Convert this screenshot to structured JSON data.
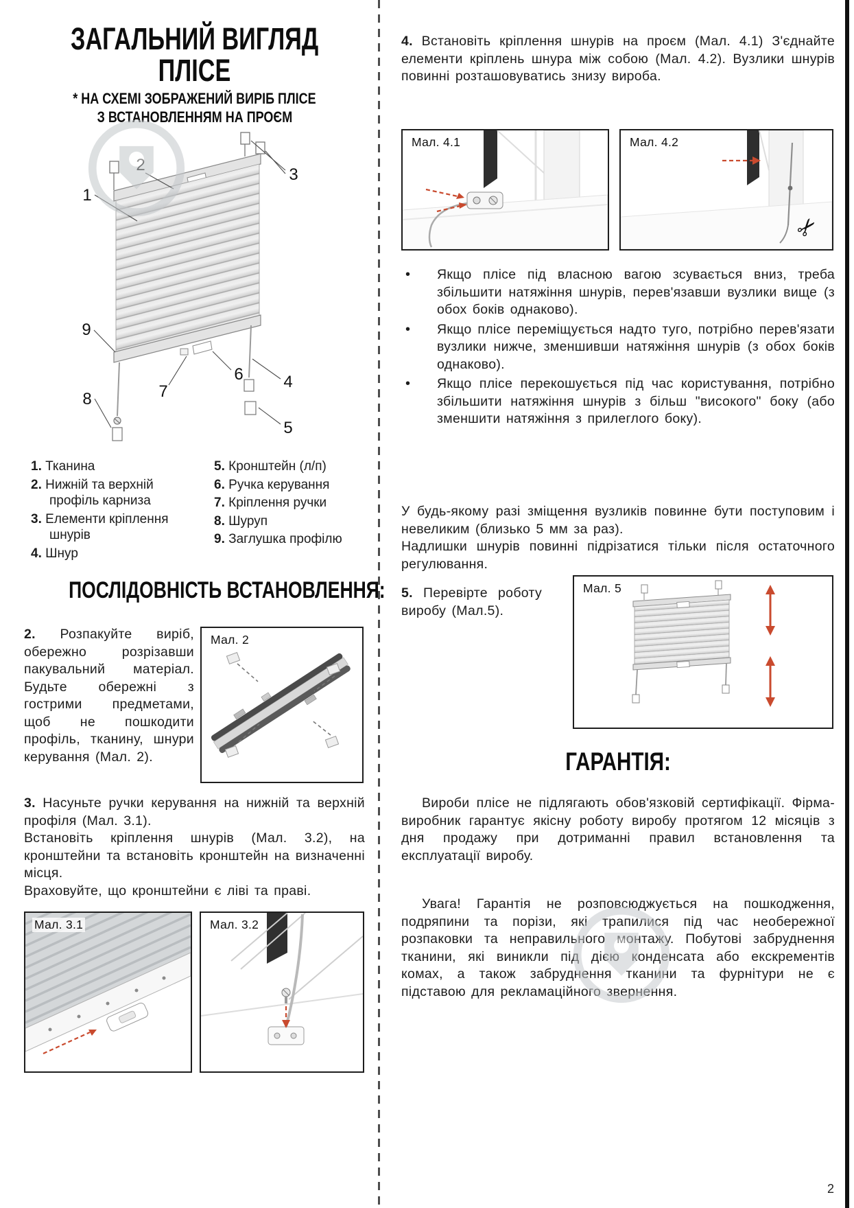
{
  "page": {
    "number": "2",
    "bullet_char": "•"
  },
  "icons": {
    "scissors": "✂"
  },
  "colors": {
    "arrow_red": "#c94a2e",
    "watermark_grey": "#c3c7ca"
  },
  "overview": {
    "title_line1": "ЗАГАЛЬНИЙ ВИГЛЯД",
    "title_line2": "ПЛІСЕ",
    "subtitle_line1": "* НА СХЕМІ ЗОБРАЖЕНИЙ ВИРІБ ПЛІСЕ",
    "subtitle_line2": "З ВСТАНОВЛЕННЯМ НА ПРОЄМ",
    "callouts": [
      "1",
      "2",
      "3",
      "4",
      "5",
      "6",
      "7",
      "8",
      "9"
    ],
    "legend_col1": [
      {
        "num": "1.",
        "text": "Тканина"
      },
      {
        "num": "2.",
        "text": "Нижній та верхній профіль карниза"
      },
      {
        "num": "3.",
        "text": "Елементи кріплення шнурів"
      },
      {
        "num": "4.",
        "text": "Шнур"
      }
    ],
    "legend_col2": [
      {
        "num": "5.",
        "text": "Кронштейн (л/п)"
      },
      {
        "num": "6.",
        "text": "Ручка керування"
      },
      {
        "num": "7.",
        "text": "Кріплення ручки"
      },
      {
        "num": "8.",
        "text": "Шуруп"
      },
      {
        "num": "9.",
        "text": "Заглушка профілю"
      }
    ]
  },
  "installation": {
    "heading": "ПОСЛІДОВНІСТЬ ВСТАНОВЛЕННЯ:",
    "step2_num": "2.",
    "step2_text": "Розпакуйте виріб, обережно розрізавши пакувальний матеріал. Будьте обережні з гострими предметами, щоб не пошкодити профіль, тканину, шнури керування (Мал. 2).",
    "fig2_label": "Мал. 2",
    "step3_num": "3.",
    "step3_text1": "Насуньте ручки керування на нижній та верхній профіля (Мал. 3.1).",
    "step3_text2": "Встановіть кріплення шнурів (Мал. 3.2), на кронштейни та встановіть кронштейн на визначенні місця.",
    "step3_text3": "Враховуйте, що кронштейни є ліві та праві.",
    "fig31_label": "Мал. 3.1",
    "fig32_label": "Мал. 3.2",
    "step4_num": "4.",
    "step4_text": "Встановіть кріплення шнурів на проєм (Мал. 4.1) З'єднайте елементи кріплень шнура між собою (Мал. 4.2). Вузлики шнурів повинні розташовуватись знизу вироба.",
    "fig41_label": "Мал. 4.1",
    "fig42_label": "Мал. 4.2",
    "bullets": [
      "Якщо плісе під власною вагою зсувається вниз, треба збільшити натяжіння шнурів, перев'язавши вузлики вище (з обох боків однаково).",
      "Якщо плісе переміщується надто туго, потрібно перев'язати вузлики нижче, зменшивши натяжіння шнурів (з обох боків однаково).",
      "Якщо плісе перекошується під час користування, потрібно збільшити натяжіння шнурів з більш \"високого\" боку (або зменшити натяжіння з прилеглого боку)."
    ],
    "note_text1": "У будь-якому разі зміщення вузликів повинне бути поступовим і невеликим (близько 5 мм за раз).",
    "note_text2": "Надлишки шнурів повинні підрізатися тільки після остаточного регулювання.",
    "step5_num": "5.",
    "step5_text": "Перевірте роботу виробу (Мал.5).",
    "fig5_label": "Мал. 5"
  },
  "warranty": {
    "heading": "ГАРАНТІЯ:",
    "p1": "Вироби плісе не підлягають обов'язковій сертифікації. Фірма-виробник гарантує якісну роботу виробу протягом 12 місяців з дня продажу при дотриманні правил встановлення та експлуатації виробу.",
    "p2": "Увага! Гарантія не розповсюджується на пошкодження, подряпини та порізи, які трапилися під час необережної розпаковки та неправильного монтажу. Побутові забруднення тканини, які виникли під дією конденсата або екскрементів комах, а також забруднення тканини та фурнітури не є підставою для рекламаційного звернення."
  }
}
